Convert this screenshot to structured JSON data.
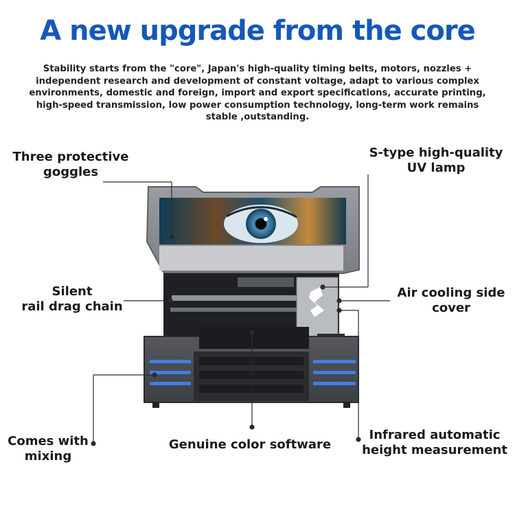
{
  "heading": "A new upgrade from the core",
  "description": "Stability starts from the \"core\", Japan's high-quality timing belts, motors, nozzles + independent research and development of constant voltage, adapt to various complex environments, domestic and foreign, import and export specifications, accurate printing, high-speed transmission, low power consumption technology, long-term work remains stable ,outstanding.",
  "features": {
    "goggles": [
      "Three protective",
      "goggles"
    ],
    "uv_lamp": [
      "S-type high-quality",
      "UV lamp"
    ],
    "drag_chain": [
      "Silent",
      "rail drag chain"
    ],
    "cooling_cover": [
      "Air cooling side",
      "cover"
    ],
    "mixing": [
      "Comes with",
      "mixing"
    ],
    "software": "Genuine color software",
    "height": [
      "Infrared automatic",
      "height measurement"
    ]
  },
  "colors": {
    "heading": "#1558b8",
    "accent_blue": "#3f7fe0",
    "body_gray": "#5c5f63"
  }
}
